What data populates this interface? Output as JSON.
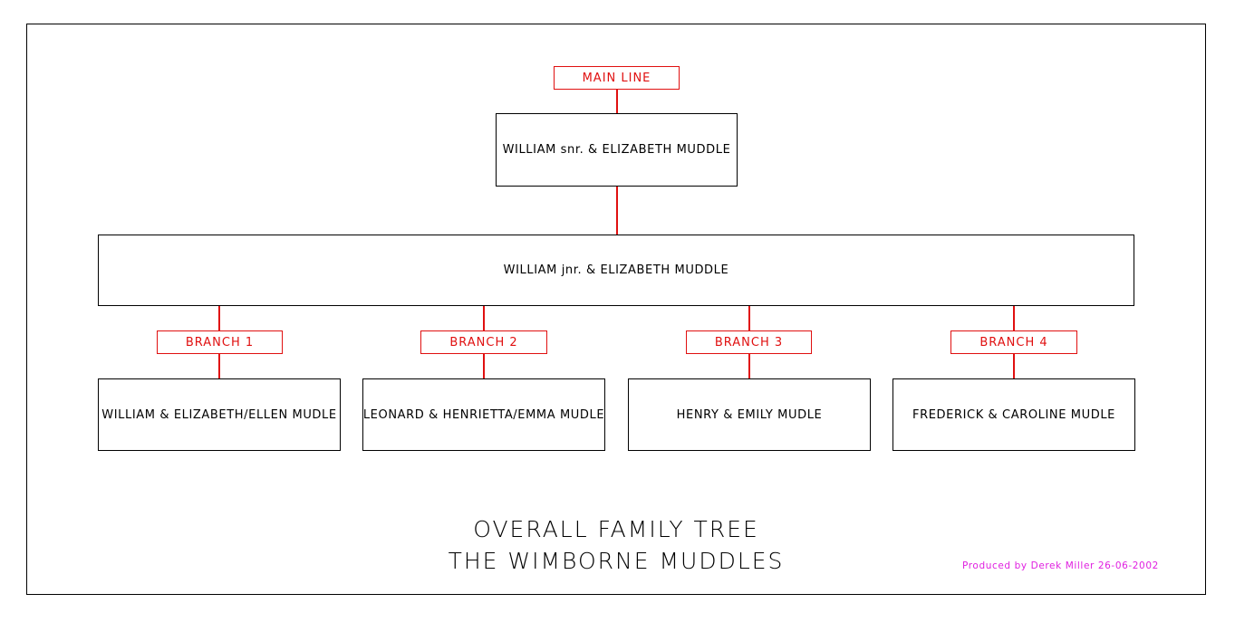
{
  "main_label": "MAIN LINE",
  "root": "WILLIAM snr. & ELIZABETH MUDDLE",
  "second": "WILLIAM jnr. & ELIZABETH MUDDLE",
  "branches": [
    {
      "label": "BRANCH 1",
      "family": "WILLIAM & ELIZABETH/ELLEN MUDLE"
    },
    {
      "label": "BRANCH 2",
      "family": "LEONARD & HENRIETTA/EMMA MUDLE"
    },
    {
      "label": "BRANCH 3",
      "family": "HENRY & EMILY MUDLE"
    },
    {
      "label": "BRANCH 4",
      "family": "FREDERICK & CAROLINE MUDLE"
    }
  ],
  "title_line1": "OVERALL FAMILY TREE",
  "title_line2": "THE WIMBORNE MUDDLES",
  "credit": "Produced by Derek Miller 26-06-2002",
  "colors": {
    "connector": "#e01010",
    "label": "#e01010",
    "credit": "#e020e0",
    "box_border": "#000000"
  }
}
